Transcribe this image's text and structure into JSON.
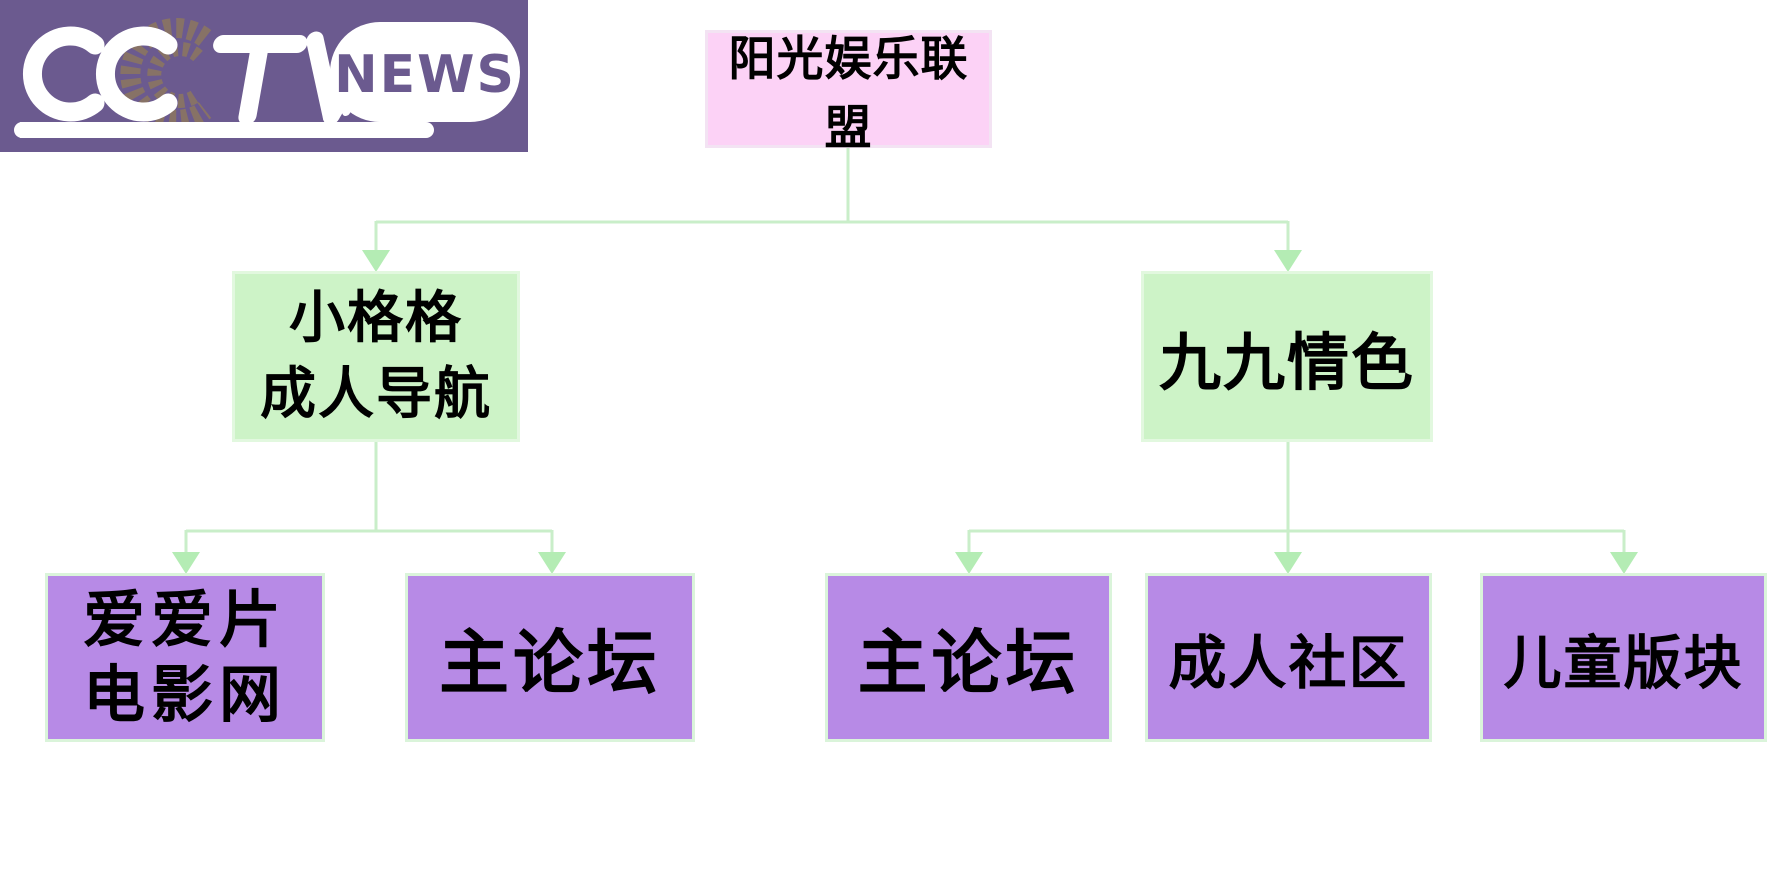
{
  "logo": {
    "brand": "CCTV",
    "badge": "NEWS",
    "background_color": "#6b5a8f",
    "badge_text_color": "#6b5a8f",
    "watermark_color": "#8c7760"
  },
  "diagram": {
    "type": "tree",
    "connector_color": "#c9eec9",
    "arrow_color": "#b4ecb4",
    "root": {
      "label": "阳光娱乐联盟",
      "color": "#fcd2f6"
    },
    "level2": [
      {
        "label": "小格格\n成人导航",
        "color": "#cdf3c7",
        "parent": "阳光娱乐联盟"
      },
      {
        "label": "九九情色",
        "color": "#cdf3c7",
        "parent": "阳光娱乐联盟"
      }
    ],
    "level3": [
      {
        "label": "爱爱片\n电影网",
        "color": "#b78ae6",
        "parent": "小格格成人导航"
      },
      {
        "label": "主论坛",
        "color": "#b78ae6",
        "parent": "小格格成人导航"
      },
      {
        "label": "主论坛",
        "color": "#b78ae6",
        "parent": "九九情色"
      },
      {
        "label": "成人社区",
        "color": "#b78ae6",
        "parent": "九九情色"
      },
      {
        "label": "儿童版块",
        "color": "#b78ae6",
        "parent": "九九情色"
      }
    ]
  }
}
